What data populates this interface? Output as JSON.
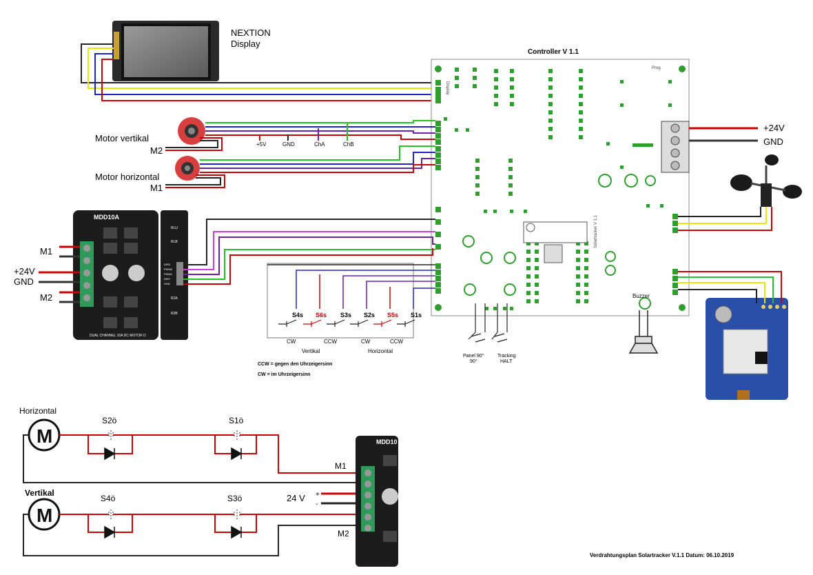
{
  "display": {
    "title_line1": "NEXTION",
    "title_line2": "Display"
  },
  "controller": {
    "title": "Controller V 1.1",
    "prog": "Prog",
    "display_conn": "Display",
    "side_label": "Solartracker V 1.1"
  },
  "motors": {
    "vertical_label": "Motor vertikal",
    "vertical_tag": "M2",
    "horizontal_label": "Motor horizontal",
    "horizontal_tag": "M1",
    "signals": [
      "+5V",
      "GND",
      "ChA",
      "ChB"
    ]
  },
  "power": {
    "plus": "+24V",
    "gnd": "GND"
  },
  "driver": {
    "name": "MDD10A",
    "caption": "DUAL CHANNEL 10A DC MOTOR D",
    "left_labels": [
      "M1",
      "+24V",
      "GND",
      "M2"
    ],
    "pin_labels": [
      "RLU",
      "RLB",
      "R2A",
      "R2B"
    ],
    "header_pins": [
      "DIR2",
      "PWM2",
      "PWM1",
      "DIR1",
      "GND"
    ]
  },
  "switches": {
    "items": [
      {
        "id": "S4s",
        "color": "#000000"
      },
      {
        "id": "S6s",
        "color": "#cc0000"
      },
      {
        "id": "S3s",
        "color": "#000000"
      },
      {
        "id": "S2s",
        "color": "#000000"
      },
      {
        "id": "S5s",
        "color": "#cc0000"
      },
      {
        "id": "S1s",
        "color": "#000000"
      }
    ],
    "dir_labels": [
      "CW",
      "CCW",
      "CW",
      "CCW"
    ],
    "group_vertical": "Vertikal",
    "group_horizontal": "Horizontal",
    "legend_ccw": "CCW = gegen den Uhrzeigersinn",
    "legend_cw": "CW = im Uhrzeigersinn"
  },
  "buttons": {
    "left_line1": "Panel 90°",
    "left_line2": "90°",
    "right_line1": "Tracking",
    "right_line2": "HALT"
  },
  "buzzer": {
    "label": "Buzzer"
  },
  "bottom": {
    "horizontal_label": "Horizontal",
    "vertical_label": "Vertikal",
    "motor_symbol": "M",
    "switches_top": [
      "S2ö",
      "S1ö"
    ],
    "switches_bottom": [
      "S4ö",
      "S3ö"
    ],
    "m1": "M1",
    "m2": "M2",
    "voltage": "24 V",
    "plus": "+",
    "minus": "-",
    "driver_name": "MDD10"
  },
  "footer": {
    "text": "Verdrahtungsplan Solartracker V.1.1   Datum: 06.10.2019"
  },
  "colors": {
    "red": "#cc0000",
    "black": "#222222",
    "green": "#22c422",
    "yellow": "#e8e800",
    "blue": "#2222cc",
    "purple": "#6a1fb0",
    "magenta": "#d03adb",
    "pcb_green": "#2e9e2e"
  }
}
